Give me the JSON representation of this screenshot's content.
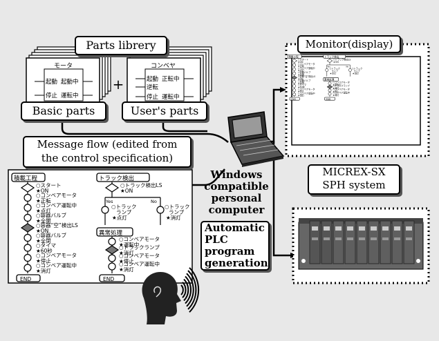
{
  "labels": {
    "parts_library": "Parts librery",
    "basic_parts": "Basic parts",
    "users_parts": "User's parts",
    "plus": "+",
    "monitor": "Monitor(display)",
    "message_flow_line1": "Message flow (edited from",
    "message_flow_line2": "the control specification)",
    "pc_line1": "Windows",
    "pc_line2": "compatible",
    "pc_line3": "personal",
    "pc_line4": "computer",
    "micrex_line1": "MICREX-SX",
    "micrex_line2": "SPH system",
    "auto_line1": "Automatic",
    "auto_line2": "PLC",
    "auto_line3": "program",
    "auto_line4": "generation"
  },
  "basic_part": {
    "title": "モータ",
    "left_top": "起動",
    "right_top": "起動中",
    "left_bottom": "停止",
    "right_bottom": "運転中"
  },
  "user_part": {
    "title": "コンベヤ",
    "left_top": "起動",
    "right_top": "正転中",
    "left_mid": "逆転",
    "left_bottom": "停止",
    "right_bottom": "運転中"
  },
  "flow": {
    "box1_title": "積載工程",
    "box2_title": "トラック検出",
    "box3_title": "異常処理",
    "end": "END",
    "yes": "Yes",
    "no": "No",
    "steps_main": [
      [
        "○スタート",
        "★ON"
      ],
      [
        "○コンベアモータ",
        "★正転"
      ],
      [
        "○コンベア運転中",
        "★点灯"
      ],
      [
        "○容器バルブ",
        "★全開"
      ],
      [
        "○容器“空”検出LS",
        "★ON"
      ],
      [
        "○容器バルブ",
        "★全閉"
      ],
      [
        "○タイマ",
        "★60秒"
      ],
      [
        "○コンベアモータ",
        "★停止"
      ],
      [
        "○コンベア運転中",
        "★消灯"
      ]
    ],
    "truck_step": [
      "○トラック検出LS",
      "★ON"
    ],
    "truck_left": [
      "○トラック",
      "ランプ",
      "★点灯"
    ],
    "truck_right": [
      "○トラック",
      "ランプ",
      "★消灯"
    ],
    "abnormal_steps": [
      [
        "○コンベアモータ",
        "★運転中"
      ],
      [
        "○トラックランプ",
        "★消灯"
      ],
      [
        "○コンベアモータ",
        "★停止"
      ],
      [
        "○コンベア運転中",
        "★消灯"
      ]
    ]
  },
  "colors": {
    "background": "#e8e8e8",
    "paper": "#ffffff",
    "ink": "#000000",
    "shadow": "#555555",
    "plc": "#555555"
  }
}
